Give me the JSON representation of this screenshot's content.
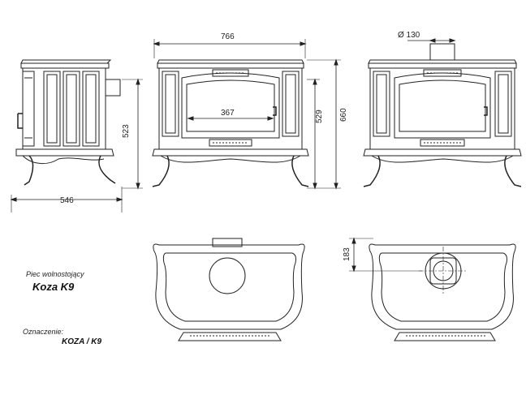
{
  "dimensions": {
    "width_top": "766",
    "depth_side": "546",
    "height_side": "523",
    "height_front_inner": "529",
    "height_front_total": "660",
    "door_width": "367",
    "flue_diameter": "Ø 130",
    "flue_offset": "183"
  },
  "info": {
    "product_type": "Piec wolnostojący",
    "product_name": "Koza K9",
    "designation_label": "Oznaczenie:",
    "designation_value": "KOZA / K9"
  }
}
